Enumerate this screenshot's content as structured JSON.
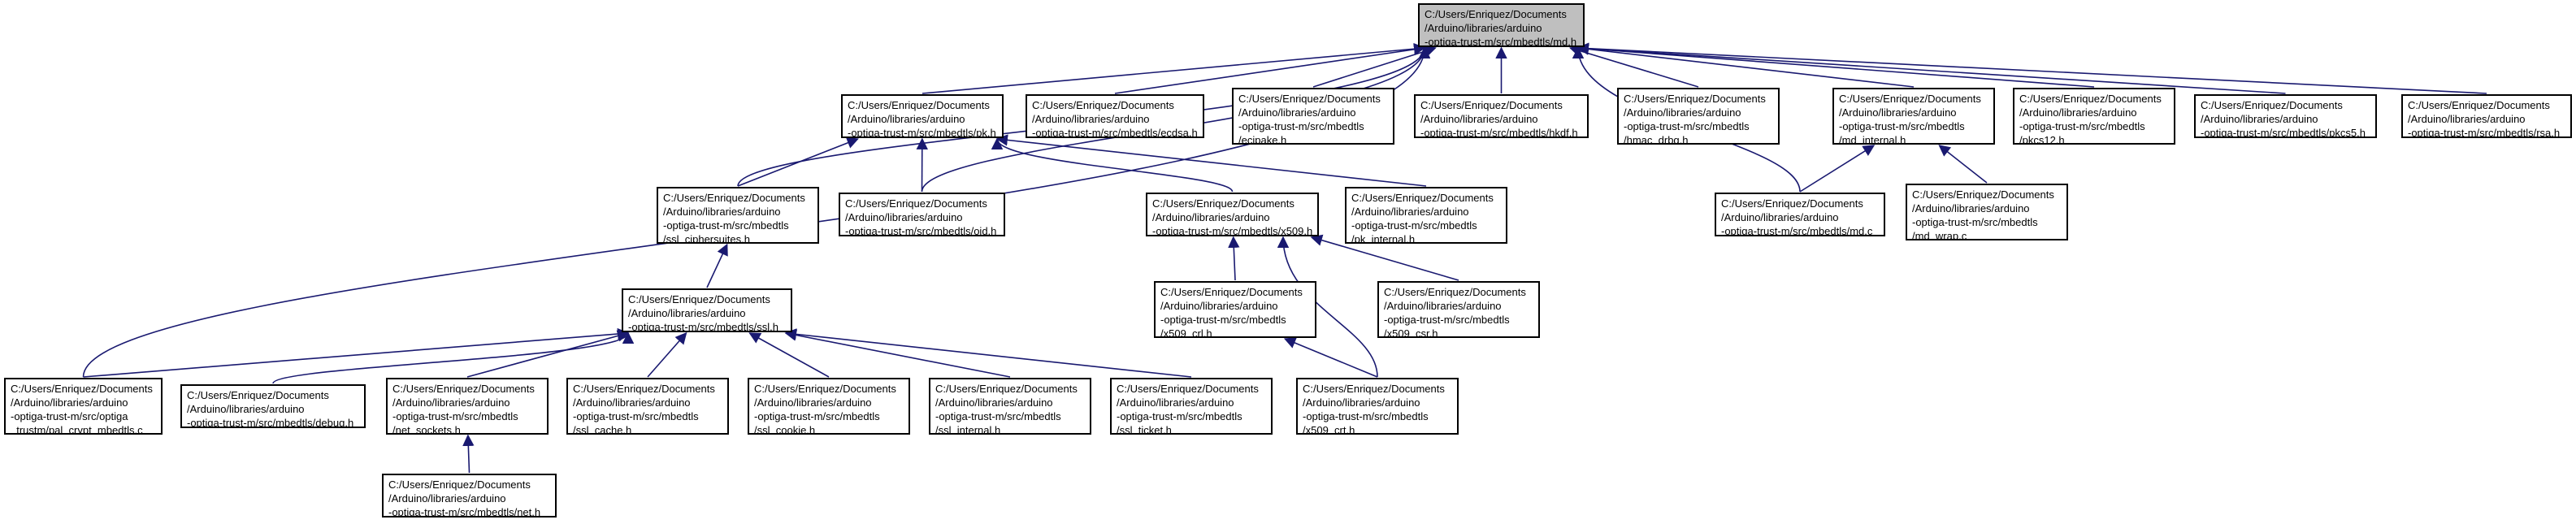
{
  "diagram": {
    "nodes": [
      {
        "id": "md_h",
        "lines": [
          "C:/Users/Enriquez/Documents",
          "/Arduino/libraries/arduino",
          "-optiga-trust-m/src/mbedtls/md.h"
        ],
        "root": true
      },
      {
        "id": "pk_h",
        "lines": [
          "C:/Users/Enriquez/Documents",
          "/Arduino/libraries/arduino",
          "-optiga-trust-m/src/mbedtls/pk.h"
        ]
      },
      {
        "id": "ecdsa_h",
        "lines": [
          "C:/Users/Enriquez/Documents",
          "/Arduino/libraries/arduino",
          "-optiga-trust-m/src/mbedtls/ecdsa.h"
        ]
      },
      {
        "id": "ecjpake_h",
        "lines": [
          "C:/Users/Enriquez/Documents",
          "/Arduino/libraries/arduino",
          "-optiga-trust-m/src/mbedtls",
          "/ecjpake.h"
        ]
      },
      {
        "id": "hkdf_h",
        "lines": [
          "C:/Users/Enriquez/Documents",
          "/Arduino/libraries/arduino",
          "-optiga-trust-m/src/mbedtls/hkdf.h"
        ]
      },
      {
        "id": "hmac_drbg_h",
        "lines": [
          "C:/Users/Enriquez/Documents",
          "/Arduino/libraries/arduino",
          "-optiga-trust-m/src/mbedtls",
          "/hmac_drbg.h"
        ]
      },
      {
        "id": "md_internal_h",
        "lines": [
          "C:/Users/Enriquez/Documents",
          "/Arduino/libraries/arduino",
          "-optiga-trust-m/src/mbedtls",
          "/md_internal.h"
        ]
      },
      {
        "id": "pkcs12_h",
        "lines": [
          "C:/Users/Enriquez/Documents",
          "/Arduino/libraries/arduino",
          "-optiga-trust-m/src/mbedtls",
          "/pkcs12.h"
        ]
      },
      {
        "id": "pkcs5_h",
        "lines": [
          "C:/Users/Enriquez/Documents",
          "/Arduino/libraries/arduino",
          "-optiga-trust-m/src/mbedtls/pkcs5.h"
        ]
      },
      {
        "id": "rsa_h",
        "lines": [
          "C:/Users/Enriquez/Documents",
          "/Arduino/libraries/arduino",
          "-optiga-trust-m/src/mbedtls/rsa.h"
        ]
      },
      {
        "id": "ssl_ciphersuites_h",
        "lines": [
          "C:/Users/Enriquez/Documents",
          "/Arduino/libraries/arduino",
          "-optiga-trust-m/src/mbedtls",
          "/ssl_ciphersuites.h"
        ]
      },
      {
        "id": "oid_h",
        "lines": [
          "C:/Users/Enriquez/Documents",
          "/Arduino/libraries/arduino",
          "-optiga-trust-m/src/mbedtls/oid.h"
        ]
      },
      {
        "id": "x509_h",
        "lines": [
          "C:/Users/Enriquez/Documents",
          "/Arduino/libraries/arduino",
          "-optiga-trust-m/src/mbedtls/x509.h"
        ]
      },
      {
        "id": "pk_internal_h",
        "lines": [
          "C:/Users/Enriquez/Documents",
          "/Arduino/libraries/arduino",
          "-optiga-trust-m/src/mbedtls",
          "/pk_internal.h"
        ]
      },
      {
        "id": "md_c",
        "lines": [
          "C:/Users/Enriquez/Documents",
          "/Arduino/libraries/arduino",
          "-optiga-trust-m/src/mbedtls/md.c"
        ]
      },
      {
        "id": "md_wrap_c",
        "lines": [
          "C:/Users/Enriquez/Documents",
          "/Arduino/libraries/arduino",
          "-optiga-trust-m/src/mbedtls",
          "/md_wrap.c"
        ]
      },
      {
        "id": "ssl_h",
        "lines": [
          "C:/Users/Enriquez/Documents",
          "/Arduino/libraries/arduino",
          "-optiga-trust-m/src/mbedtls/ssl.h"
        ]
      },
      {
        "id": "x509_crl_h",
        "lines": [
          "C:/Users/Enriquez/Documents",
          "/Arduino/libraries/arduino",
          "-optiga-trust-m/src/mbedtls",
          "/x509_crl.h"
        ]
      },
      {
        "id": "x509_csr_h",
        "lines": [
          "C:/Users/Enriquez/Documents",
          "/Arduino/libraries/arduino",
          "-optiga-trust-m/src/mbedtls",
          "/x509_csr.h"
        ]
      },
      {
        "id": "pal_crypt_mbedtls_c",
        "lines": [
          "C:/Users/Enriquez/Documents",
          "/Arduino/libraries/arduino",
          "-optiga-trust-m/src/optiga",
          "_trustm/pal_crypt_mbedtls.c"
        ]
      },
      {
        "id": "debug_h",
        "lines": [
          "C:/Users/Enriquez/Documents",
          "/Arduino/libraries/arduino",
          "-optiga-trust-m/src/mbedtls/debug.h"
        ]
      },
      {
        "id": "net_sockets_h",
        "lines": [
          "C:/Users/Enriquez/Documents",
          "/Arduino/libraries/arduino",
          "-optiga-trust-m/src/mbedtls",
          "/net_sockets.h"
        ]
      },
      {
        "id": "ssl_cache_h",
        "lines": [
          "C:/Users/Enriquez/Documents",
          "/Arduino/libraries/arduino",
          "-optiga-trust-m/src/mbedtls",
          "/ssl_cache.h"
        ]
      },
      {
        "id": "ssl_cookie_h",
        "lines": [
          "C:/Users/Enriquez/Documents",
          "/Arduino/libraries/arduino",
          "-optiga-trust-m/src/mbedtls",
          "/ssl_cookie.h"
        ]
      },
      {
        "id": "ssl_internal_h",
        "lines": [
          "C:/Users/Enriquez/Documents",
          "/Arduino/libraries/arduino",
          "-optiga-trust-m/src/mbedtls",
          "/ssl_internal.h"
        ]
      },
      {
        "id": "ssl_ticket_h",
        "lines": [
          "C:/Users/Enriquez/Documents",
          "/Arduino/libraries/arduino",
          "-optiga-trust-m/src/mbedtls",
          "/ssl_ticket.h"
        ]
      },
      {
        "id": "x509_crt_h",
        "lines": [
          "C:/Users/Enriquez/Documents",
          "/Arduino/libraries/arduino",
          "-optiga-trust-m/src/mbedtls",
          "/x509_crt.h"
        ]
      },
      {
        "id": "net_h",
        "lines": [
          "C:/Users/Enriquez/Documents",
          "/Arduino/libraries/arduino",
          "-optiga-trust-m/src/mbedtls/net.h"
        ]
      }
    ],
    "edges": [
      {
        "from": "pk_h",
        "to": "md_h"
      },
      {
        "from": "ecdsa_h",
        "to": "md_h"
      },
      {
        "from": "ecjpake_h",
        "to": "md_h"
      },
      {
        "from": "hkdf_h",
        "to": "md_h"
      },
      {
        "from": "hmac_drbg_h",
        "to": "md_h"
      },
      {
        "from": "md_internal_h",
        "to": "md_h"
      },
      {
        "from": "pkcs12_h",
        "to": "md_h"
      },
      {
        "from": "pkcs5_h",
        "to": "md_h"
      },
      {
        "from": "rsa_h",
        "to": "md_h"
      },
      {
        "from": "ssl_ciphersuites_h",
        "to": "md_h"
      },
      {
        "from": "oid_h",
        "to": "md_h"
      },
      {
        "from": "md_c",
        "to": "md_h"
      },
      {
        "from": "pal_crypt_mbedtls_c",
        "to": "md_h"
      },
      {
        "from": "ssl_ciphersuites_h",
        "to": "pk_h"
      },
      {
        "from": "oid_h",
        "to": "pk_h"
      },
      {
        "from": "x509_h",
        "to": "pk_h"
      },
      {
        "from": "pk_internal_h",
        "to": "pk_h"
      },
      {
        "from": "md_c",
        "to": "md_internal_h"
      },
      {
        "from": "md_wrap_c",
        "to": "md_internal_h"
      },
      {
        "from": "ssl_h",
        "to": "ssl_ciphersuites_h"
      },
      {
        "from": "x509_crl_h",
        "to": "x509_h"
      },
      {
        "from": "x509_csr_h",
        "to": "x509_h"
      },
      {
        "from": "x509_crt_h",
        "to": "x509_h"
      },
      {
        "from": "x509_crt_h",
        "to": "x509_crl_h"
      },
      {
        "from": "pal_crypt_mbedtls_c",
        "to": "ssl_h"
      },
      {
        "from": "debug_h",
        "to": "ssl_h"
      },
      {
        "from": "net_sockets_h",
        "to": "ssl_h"
      },
      {
        "from": "ssl_cache_h",
        "to": "ssl_h"
      },
      {
        "from": "ssl_cookie_h",
        "to": "ssl_h"
      },
      {
        "from": "ssl_internal_h",
        "to": "ssl_h"
      },
      {
        "from": "ssl_ticket_h",
        "to": "ssl_h"
      },
      {
        "from": "net_h",
        "to": "net_sockets_h"
      }
    ],
    "colors": {
      "edge": "#191970",
      "root_fill": "#bfbfbf",
      "node_fill": "#ffffff",
      "border": "#000000"
    }
  }
}
